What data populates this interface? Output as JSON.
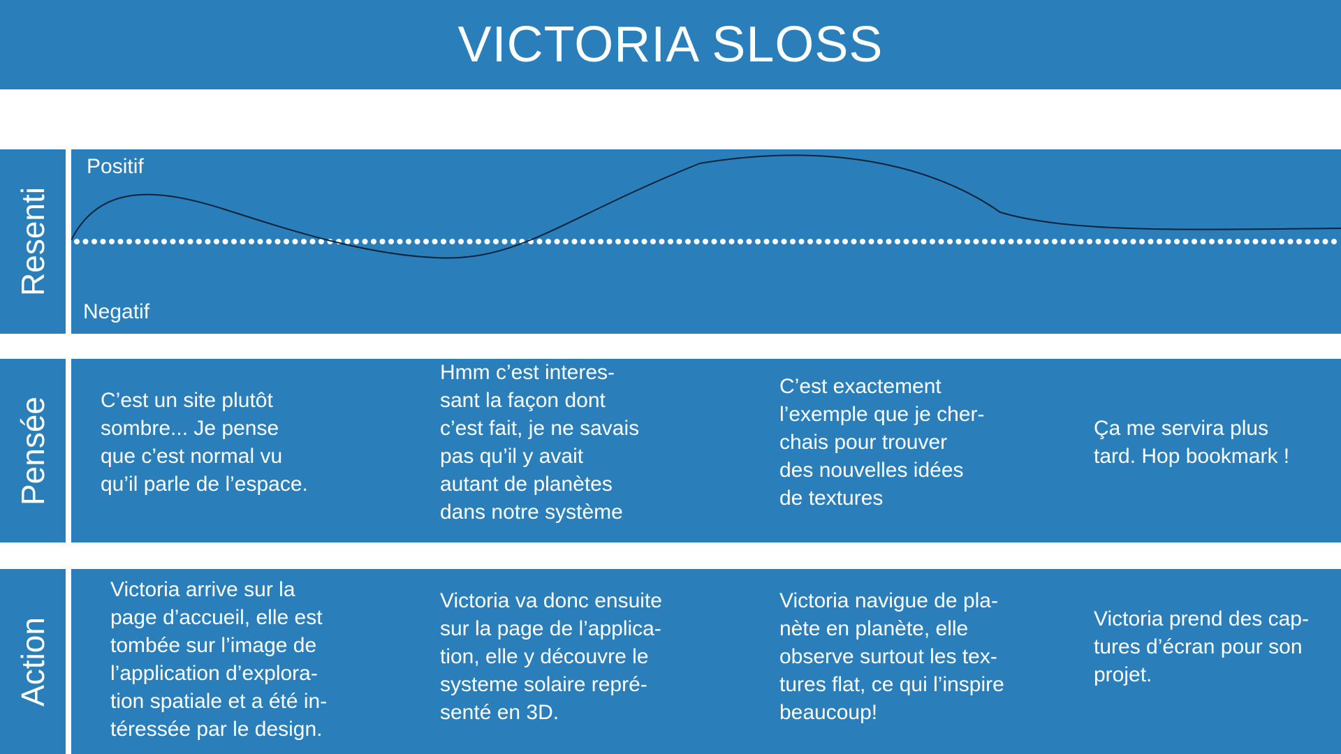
{
  "title": "VICTORIA SLOSS",
  "rows": {
    "resenti": "Resenti",
    "pensee": "Pensée",
    "action": "Action"
  },
  "axis": {
    "positive": "Positif",
    "negative": "Negatif"
  },
  "pensee": [
    "C’est un site plutôt\nsombre... Je pense\nque c’est normal vu\nqu’il parle de l’espace.",
    "Hmm c’est interes-\nsant la façon dont\nc’est fait, je ne savais\npas qu’il y avait\nautant de planètes\ndans notre système",
    "C’est exactement\nl’exemple que je cher-\nchais pour trouver\ndes nouvelles idées\nde textures",
    "Ça me servira plus\ntard. Hop bookmark !"
  ],
  "action": [
    "Victoria arrive sur la\npage d’accueil, elle est\ntombée sur l’image de\nl’application d’explora-\ntion spatiale et a été in-\ntéressée par le design.",
    "Victoria va donc ensuite\nsur la page de l’applica-\ntion, elle y découvre le\nsysteme solaire repré-\nsenté en 3D.",
    "Victoria navigue de pla-\nnète en planète, elle\nobserve surtout les tex-\ntures flat, ce qui l’inspire\nbeaucoup!",
    "Victoria prend des cap-\ntures d’écran pour son\nprojet."
  ],
  "colors": {
    "band": "#2a7fbb",
    "text": "#ffffff",
    "curve": "#0f2238",
    "baseline_dots": "#ffffff"
  }
}
